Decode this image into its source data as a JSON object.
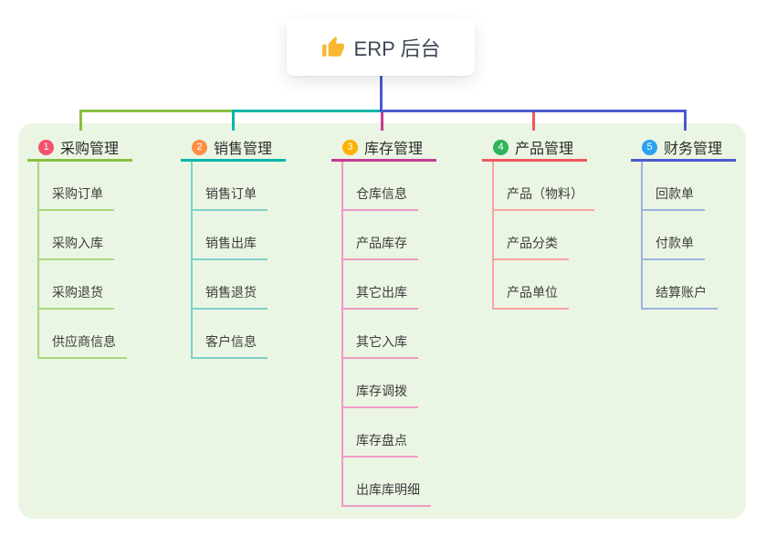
{
  "root": {
    "title": "ERP 后台",
    "icon": "thumbs-up"
  },
  "branches": [
    {
      "badge": "1",
      "title": "采购管理",
      "badge_color": "#f4516c",
      "line_color": "#86c040",
      "child_line_color": "#a9d67f",
      "children": [
        "采购订单",
        "采购入库",
        "采购退货",
        "供应商信息"
      ]
    },
    {
      "badge": "2",
      "title": "销售管理",
      "badge_color": "#ff8f44",
      "line_color": "#0cb4aa",
      "child_line_color": "#7fd0c9",
      "children": [
        "销售订单",
        "销售出库",
        "销售退货",
        "客户信息"
      ]
    },
    {
      "badge": "3",
      "title": "库存管理",
      "badge_color": "#ffb100",
      "line_color": "#c73b92",
      "child_line_color": "#ef9ac7",
      "children": [
        "仓库信息",
        "产品库存",
        "其它出库",
        "其它入库",
        "库存调拨",
        "库存盘点",
        "出库库明细"
      ]
    },
    {
      "badge": "4",
      "title": "产品管理",
      "badge_color": "#2fb45a",
      "line_color": "#f4555f",
      "child_line_color": "#f8a4a4",
      "children": [
        "产品（物料）",
        "产品分类",
        "产品单位"
      ]
    },
    {
      "badge": "5",
      "title": "财务管理",
      "badge_color": "#2aa2f1",
      "line_color": "#4a5ad0",
      "child_line_color": "#9fb0e2",
      "children": [
        "回款单",
        "付款单",
        "结算账户"
      ]
    }
  ],
  "colors": {
    "panel_bg": "#eaf6e3",
    "trunk": "#4a5ad0",
    "root_icon": "#f7b731",
    "root_text": "#3d4757",
    "title_text": "#2c2c2c",
    "child_text": "#3d3d3d"
  }
}
